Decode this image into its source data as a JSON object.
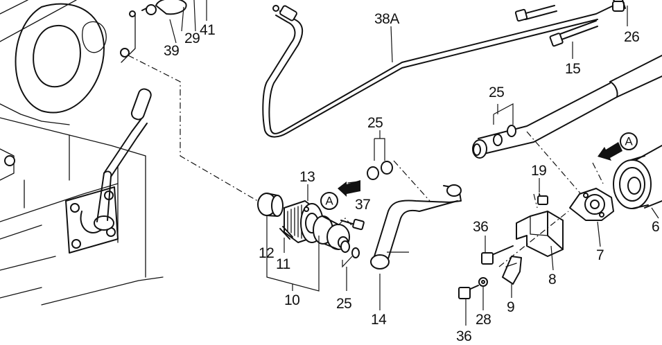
{
  "labels": {
    "l39": "39",
    "l29": "29",
    "l41": "41",
    "l38a": "38A",
    "l26": "26",
    "l15": "15",
    "l13": "13",
    "l25a": "25",
    "l25b": "25",
    "l25c": "25",
    "l37": "37",
    "l12": "12",
    "l11": "11",
    "l10": "10",
    "l14": "14",
    "l19": "19",
    "l36a": "36",
    "l36b": "36",
    "l8": "8",
    "l7": "7",
    "l6": "6",
    "l9": "9",
    "l28": "28"
  },
  "callouts": {
    "a1": "A",
    "a2": "A"
  }
}
